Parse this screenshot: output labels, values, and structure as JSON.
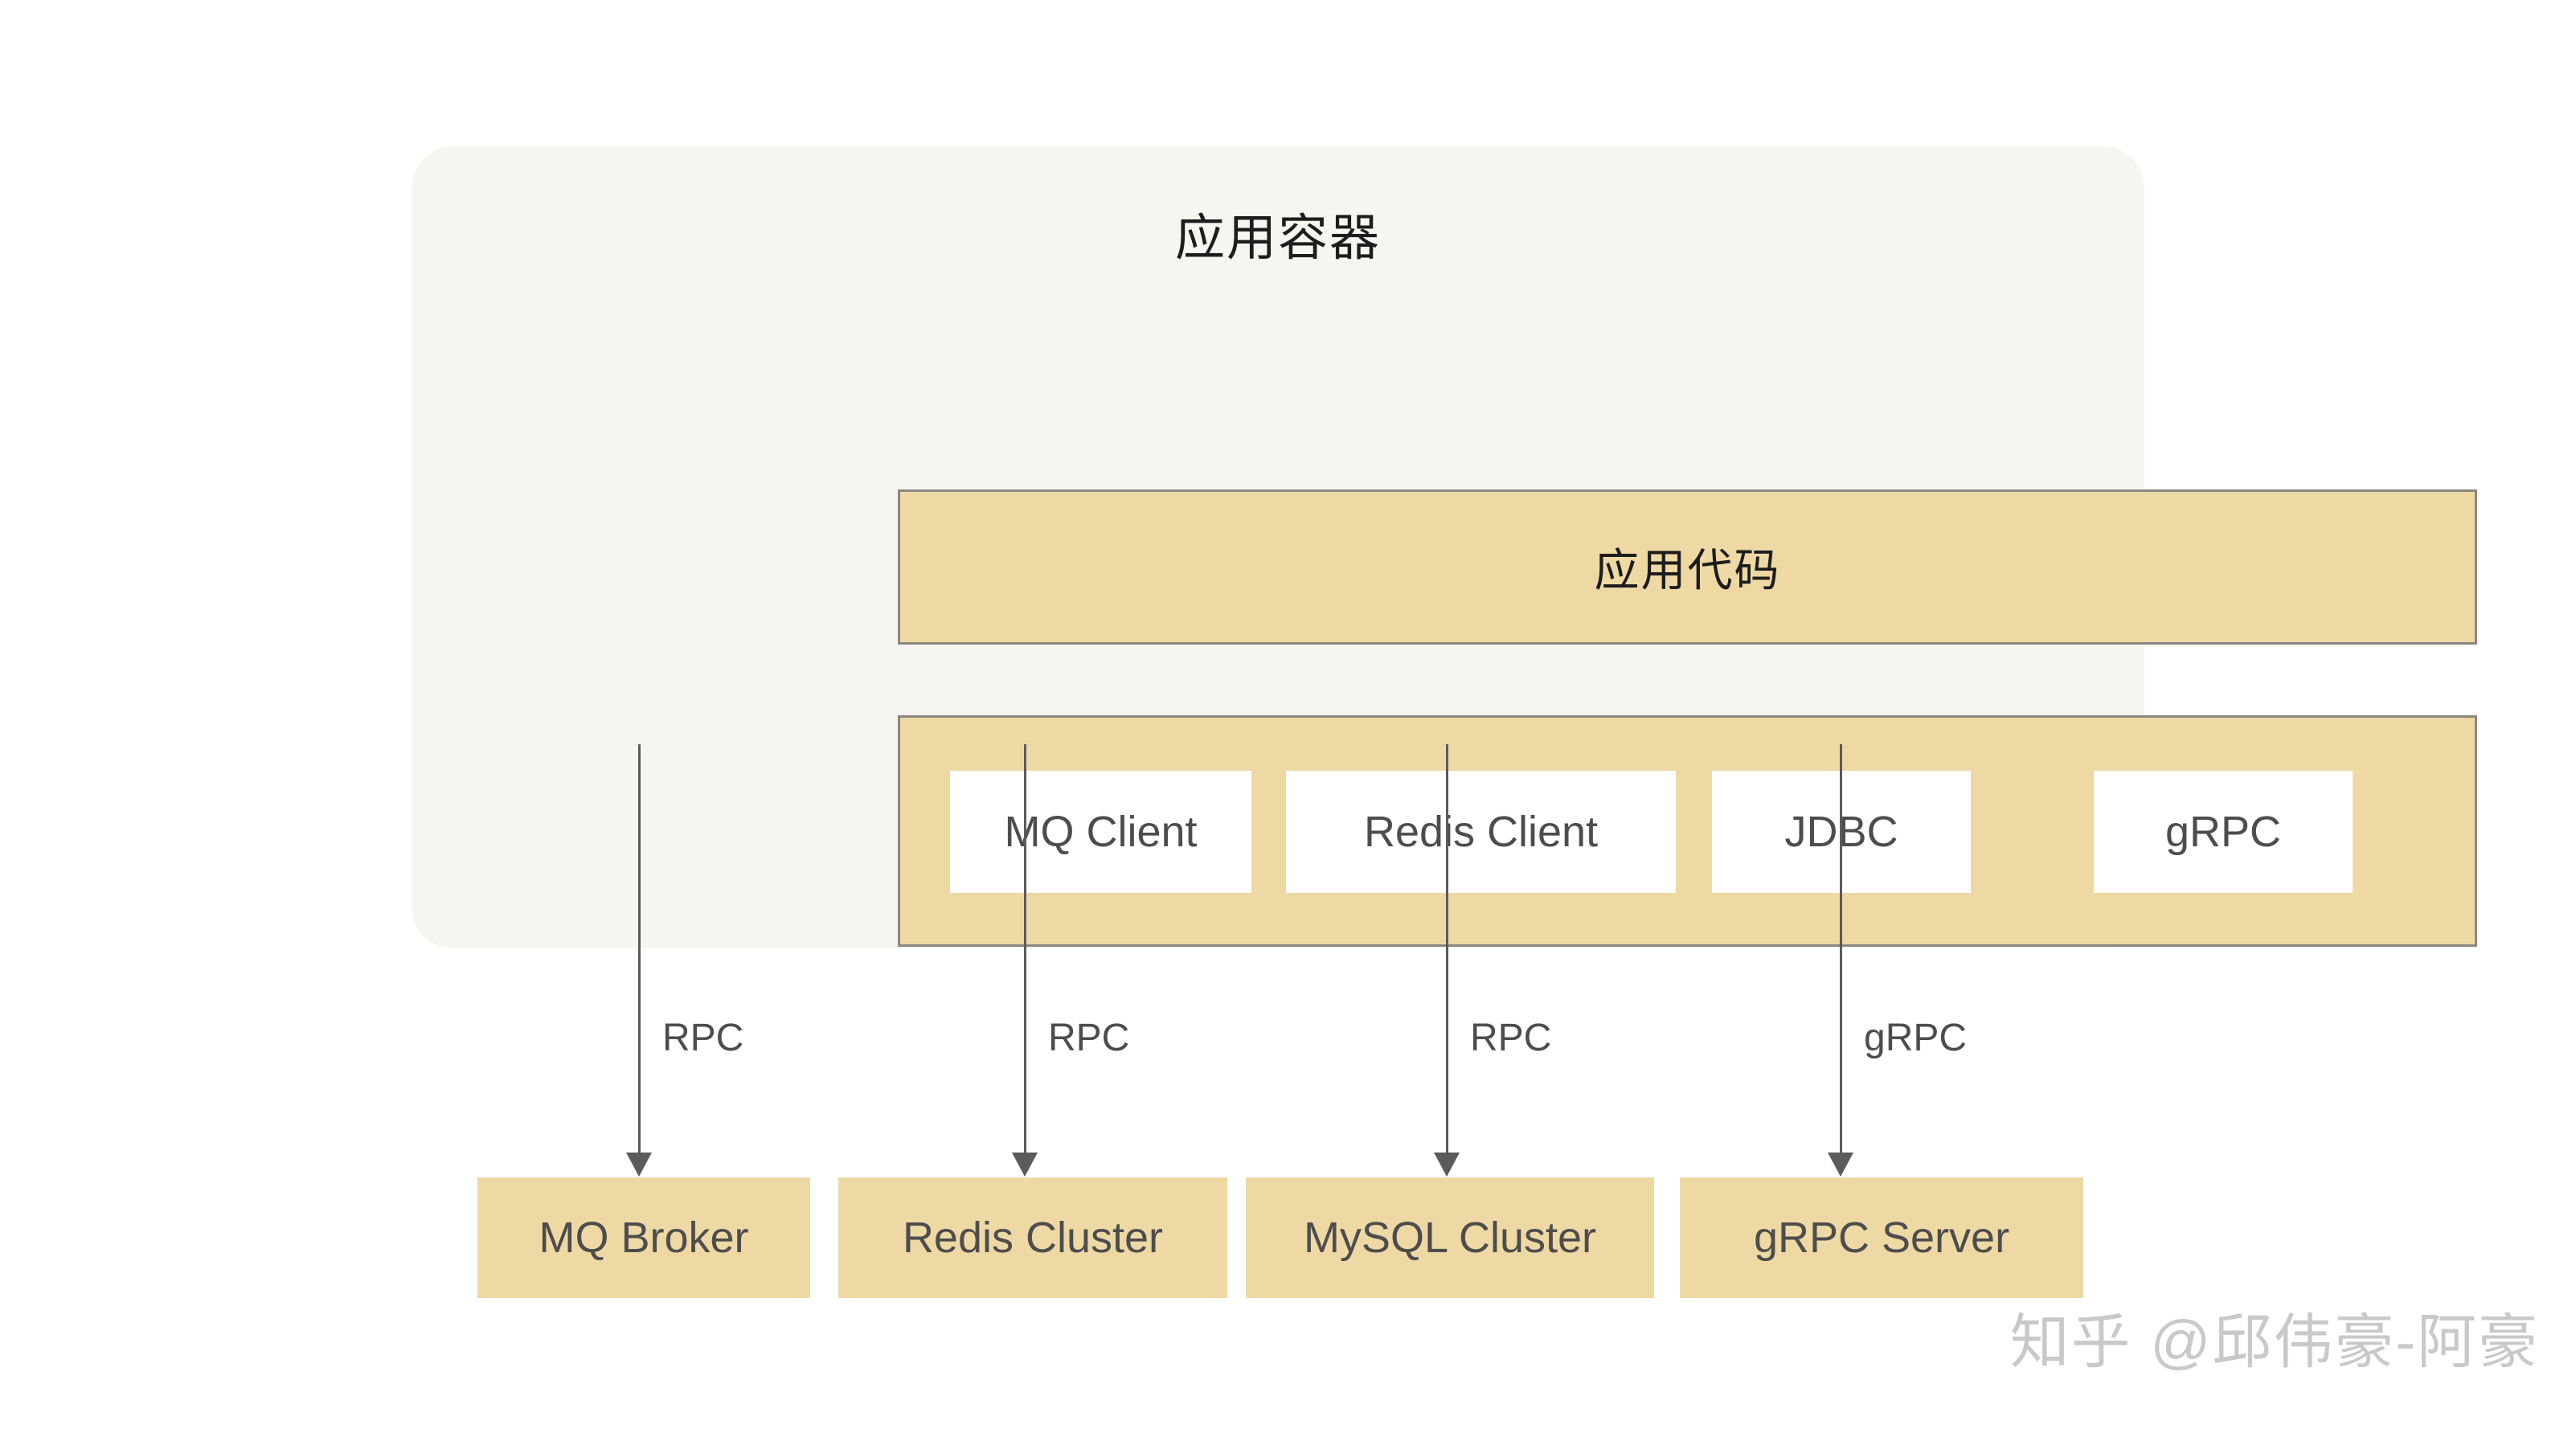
{
  "diagram": {
    "title": "应用容器",
    "code_layer": {
      "label": "应用代码"
    },
    "client_layer": {
      "boxes": [
        {
          "label": "MQ Client"
        },
        {
          "label": "Redis Client"
        },
        {
          "label": "JDBC"
        },
        {
          "label": "gRPC"
        }
      ]
    },
    "connections": [
      {
        "label": "RPC"
      },
      {
        "label": "RPC"
      },
      {
        "label": "RPC"
      },
      {
        "label": "gRPC"
      }
    ],
    "backends": [
      {
        "label": "MQ Broker"
      },
      {
        "label": "Redis Cluster"
      },
      {
        "label": "MySQL Cluster"
      },
      {
        "label": "gRPC Server"
      }
    ]
  },
  "watermark": {
    "text": "知乎 @邱伟豪-阿豪"
  },
  "colors": {
    "container_bg": "#f6f6f1",
    "band_fill": "#eed9a4",
    "band_border": "#8a8780",
    "client_fill": "#ffffff",
    "text_dark": "#1d1d1d",
    "text_gray": "#4d4d4d",
    "arrow": "#5b5b5b",
    "watermark": "#c9c9c9",
    "page_bg": "#ffffff"
  }
}
